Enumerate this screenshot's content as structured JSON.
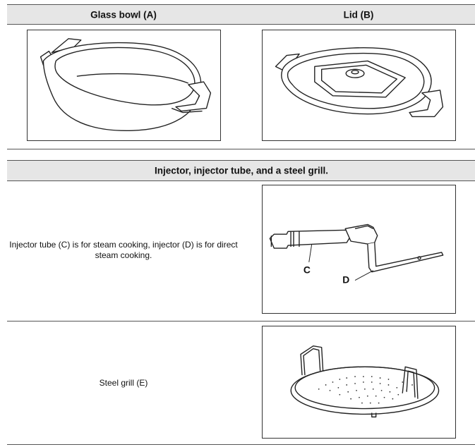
{
  "top_row": {
    "left_header": "Glass bowl (A)",
    "right_header": "Lid (B)"
  },
  "section": {
    "header": "Injector, injector tube, and a steel grill."
  },
  "rows": [
    {
      "description": "Injector tube (C) is for steam cooking, injector (D) is for direct steam cooking.",
      "labels": {
        "c": "C",
        "d": "D"
      }
    },
    {
      "description": "Steel grill (E)"
    }
  ]
}
